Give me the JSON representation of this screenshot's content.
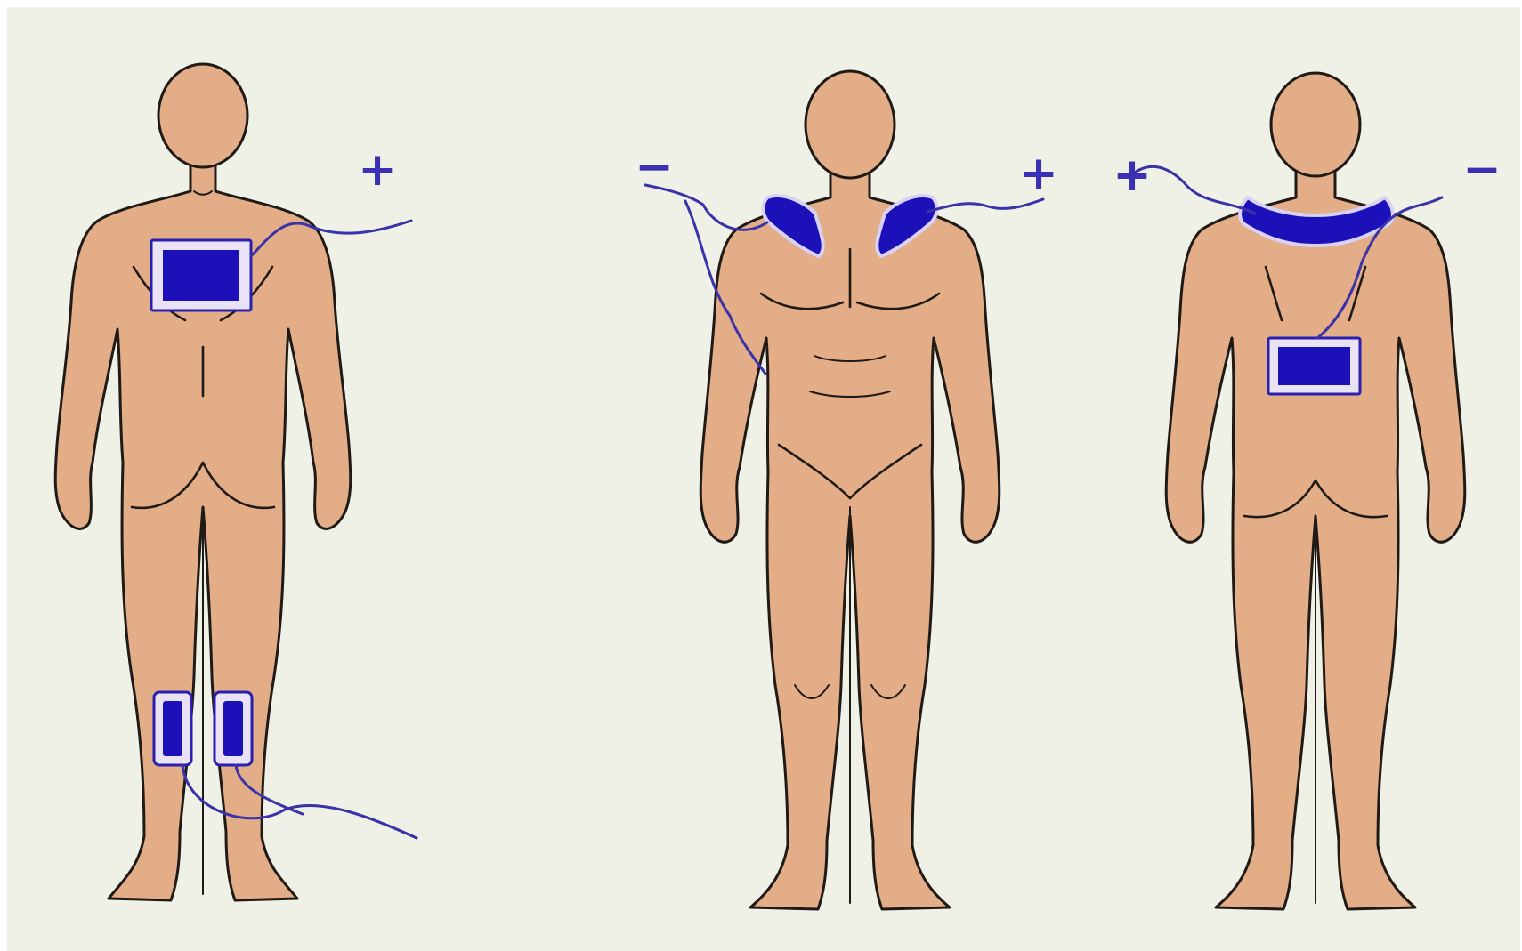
{
  "figures": [
    {
      "label": "figure-1-front-chest-knees",
      "electrodes": [
        "chest-pad",
        "left-knee-pad",
        "right-knee-pad"
      ]
    },
    {
      "label": "figure-2-front-shoulders",
      "electrodes": [
        "left-shoulder-pad",
        "right-shoulder-pad"
      ]
    },
    {
      "label": "figure-3-back-collar-lumbar",
      "electrodes": [
        "collar-pad",
        "lumbar-pad"
      ]
    }
  ],
  "polarity": {
    "fig1_chest": "+",
    "fig2_left": "−",
    "fig2_right": "+",
    "fig3_left": "+",
    "fig3_right": "−"
  },
  "colors": {
    "background": "#eff0e6",
    "skin": "#e2ad87",
    "outline": "#1f1a16",
    "electrode": "#1c10b8",
    "wire": "#3a32a8",
    "sign": "#3b2fb4"
  }
}
